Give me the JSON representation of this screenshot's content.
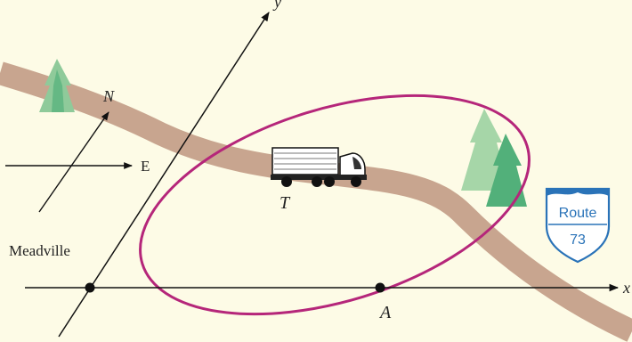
{
  "labels": {
    "north": "N",
    "east": "E",
    "town": "Meadville",
    "truck": "T",
    "point_a": "A",
    "x_axis": "x",
    "y_axis": "y"
  },
  "sign": {
    "line1": "Route",
    "line2": "73"
  },
  "colors": {
    "background": "#fdfbe6",
    "road": "#c8a58f",
    "ellipse": "#b5267a",
    "tree_light": "#8fca9a",
    "tree_dark": "#52b07a",
    "sign_blue": "#2a73b8",
    "axis": "#111111"
  },
  "icons": [
    "tree-icon",
    "truck-icon",
    "route-shield-icon",
    "compass-arrows-icon"
  ]
}
